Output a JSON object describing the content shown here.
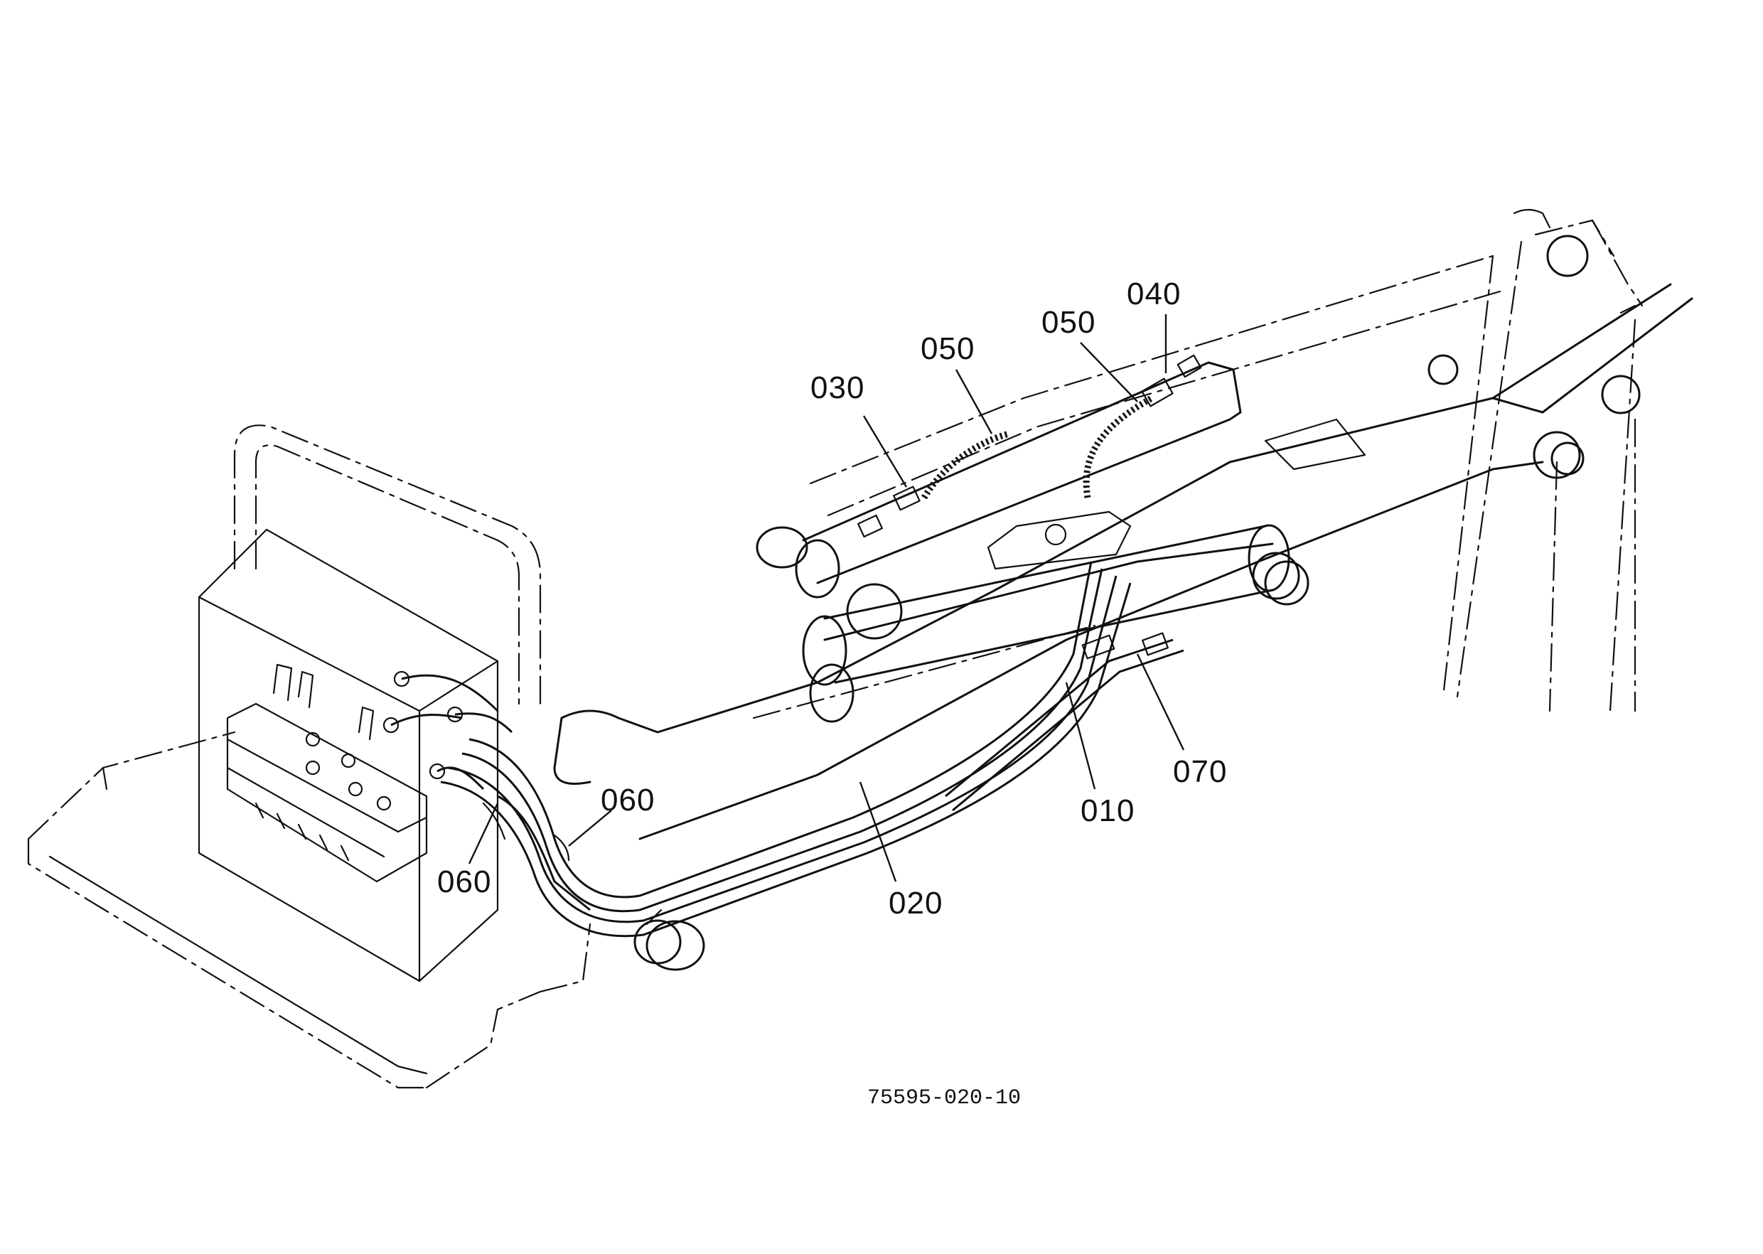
{
  "diagram": {
    "reference_number": "75595-020-10",
    "colors": {
      "ink": "#111111",
      "background": "#ffffff"
    },
    "callouts": [
      {
        "id": "c-030",
        "label": "030"
      },
      {
        "id": "c-050-left",
        "label": "050"
      },
      {
        "id": "c-050-right",
        "label": "050"
      },
      {
        "id": "c-040",
        "label": "040"
      },
      {
        "id": "c-060-upper",
        "label": "060"
      },
      {
        "id": "c-060-lower",
        "label": "060"
      },
      {
        "id": "c-020",
        "label": "020"
      },
      {
        "id": "c-010",
        "label": "010"
      },
      {
        "id": "c-070",
        "label": "070"
      }
    ]
  }
}
